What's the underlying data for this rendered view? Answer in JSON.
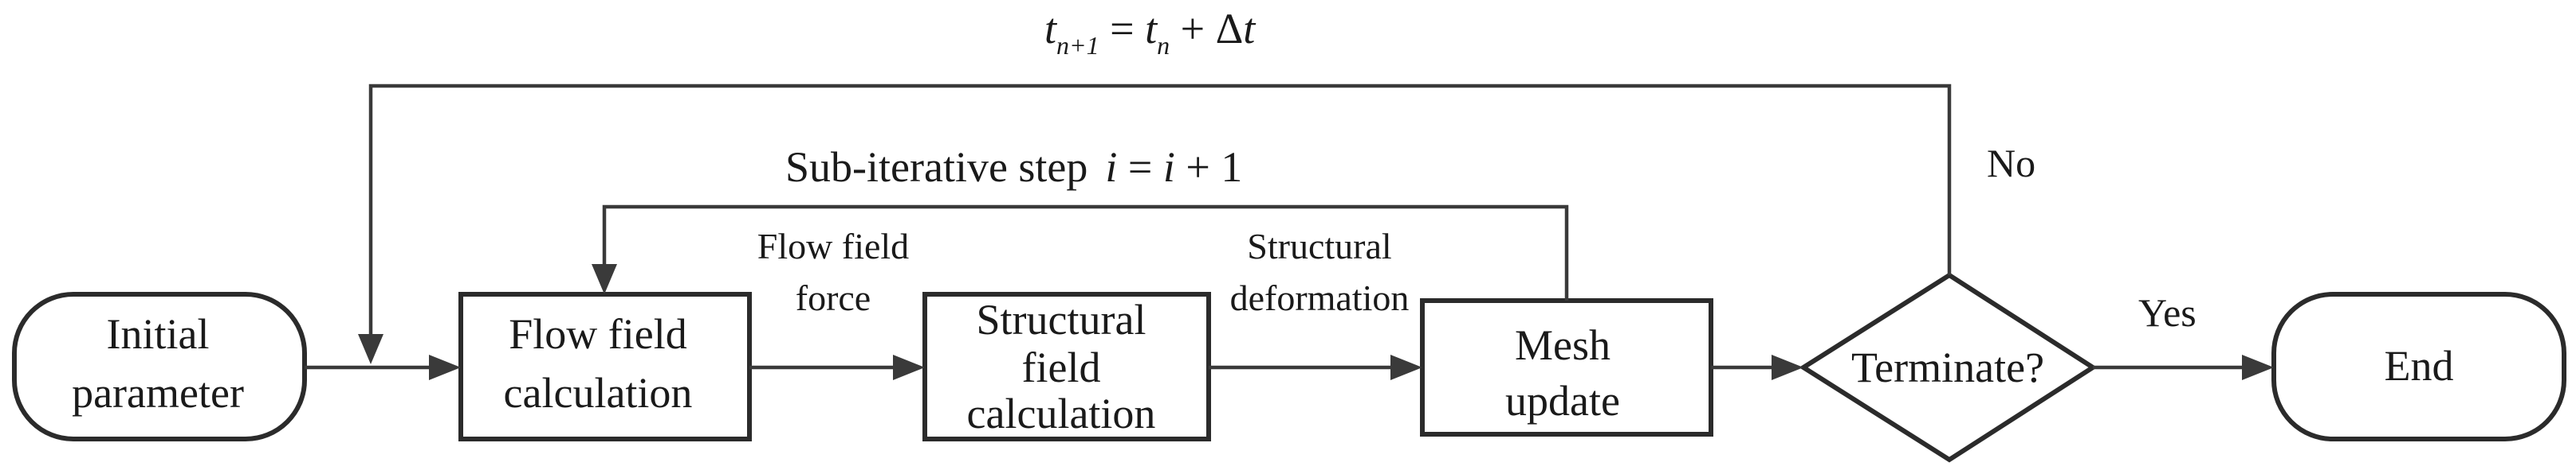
{
  "nodes": {
    "initial": {
      "line1": "Initial",
      "line2": "parameter"
    },
    "flow_calc": {
      "line1": "Flow field",
      "line2": "calculation"
    },
    "struct_calc": {
      "line1": "Structural",
      "line2": "field",
      "line3": "calculation"
    },
    "mesh": {
      "line1": "Mesh",
      "line2": "update"
    },
    "terminate": {
      "label": "Terminate?"
    },
    "end": {
      "label": "End"
    }
  },
  "edge_labels": {
    "flow_force": {
      "line1": "Flow field",
      "line2": "force"
    },
    "struct_deform": {
      "line1": "Structural",
      "line2": "deformation"
    },
    "yes": "Yes",
    "no": "No"
  },
  "loops": {
    "sub_iteration": {
      "text": "Sub-iterative step",
      "var": "i",
      "equals": " = ",
      "var2": "i",
      "plus": " + 1"
    },
    "time_step": {
      "t1": "t",
      "sub1": "n+1",
      "equals": " = ",
      "t2": "t",
      "sub2": "n",
      "plus": " + ",
      "delta": "Δ",
      "t3": "t"
    }
  }
}
